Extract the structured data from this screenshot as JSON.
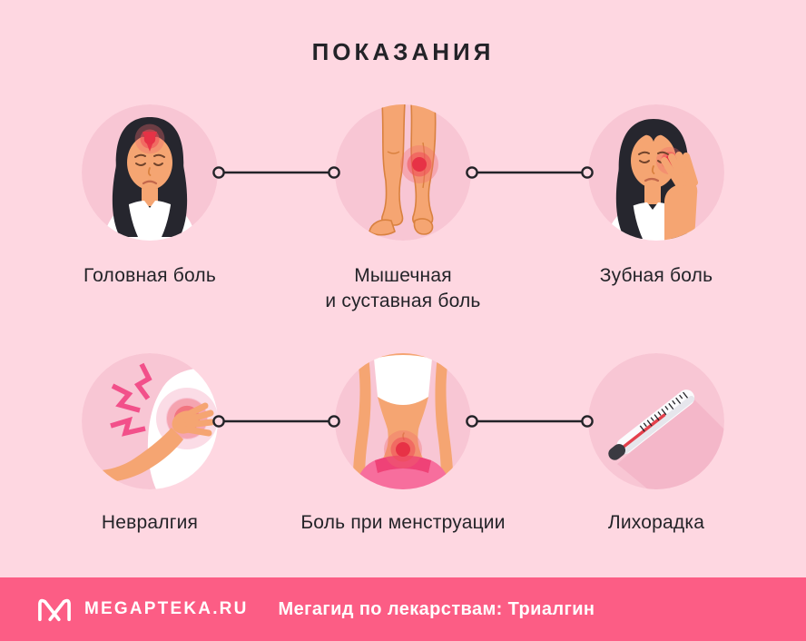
{
  "title": "ПОКАЗАНИЯ",
  "cards": [
    {
      "label": "Головная боль",
      "illustration": "woman-headache"
    },
    {
      "label": "Мышечная\nи суставная боль",
      "illustration": "legs-muscle-joint-pain"
    },
    {
      "label": "Зубная боль",
      "illustration": "woman-toothache"
    },
    {
      "label": "Невралгия",
      "illustration": "shoulder-neuralgia"
    },
    {
      "label": "Боль при менструации",
      "illustration": "torso-menstrual-pain"
    },
    {
      "label": "Лихорадка",
      "illustration": "thermometer-fever"
    }
  ],
  "footer": {
    "brand": "MEGAPTEKA.RU",
    "caption": "Мегагид по лекарствам: Триалгин",
    "logo_icon": "megapteka-m-logo"
  },
  "colors": {
    "background": "#FED7E1",
    "circle_fill": "#F8C6D4",
    "footer_bar": "#FC5D85",
    "pain_red": "#E73246",
    "bolt_pink": "#F2508A",
    "skin": "#F5A572",
    "hair": "#26262E",
    "text": "#232328"
  }
}
